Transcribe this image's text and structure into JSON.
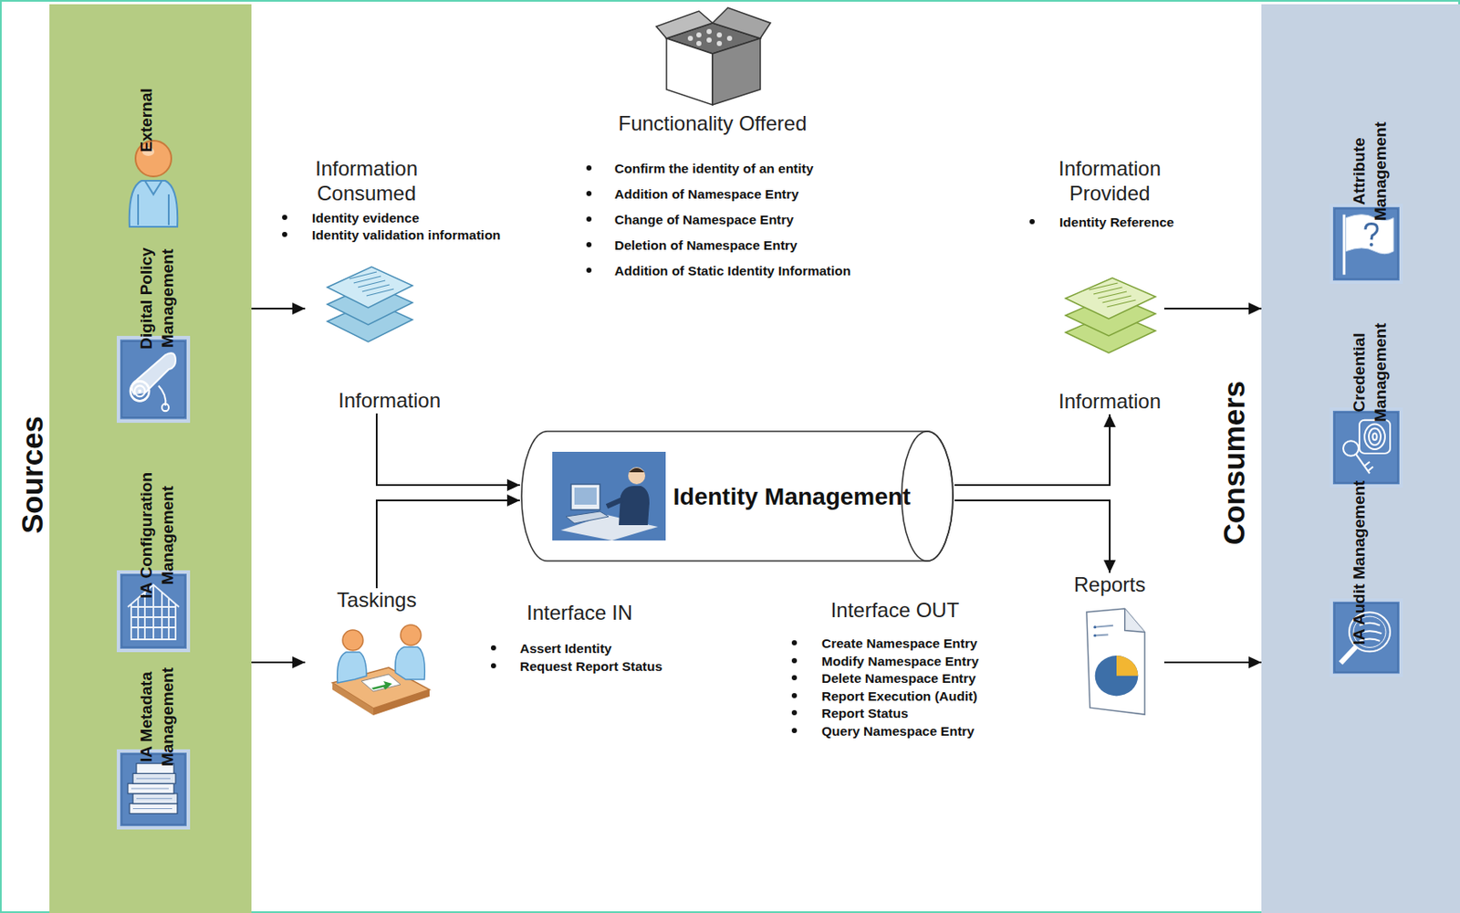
{
  "diagram": {
    "nodes": [
      {
        "text": [
          "Sources"
        ]
      },
      {
        "text": [
          "External"
        ],
        "in": 0
      },
      {
        "text": [
          "Digital Policy Management"
        ],
        "in": 0
      },
      {
        "text": [
          "IA Configuration Management"
        ],
        "in": 0
      },
      {
        "text": [
          "IA Metadata Management"
        ],
        "in": 0
      },
      {
        "text": [
          "Information"
        ]
      },
      {
        "text": [
          "Taskings"
        ]
      },
      {
        "text": [
          "Identity Management"
        ]
      },
      {
        "text": [
          "Information"
        ]
      },
      {
        "text": [
          "Reports"
        ]
      },
      {
        "text": [
          "Consumers"
        ]
      },
      {
        "text": [
          "Attribute Management"
        ],
        "in": 10
      },
      {
        "text": [
          "Credential Management"
        ],
        "in": 10
      },
      {
        "text": [
          "IA Audit Management"
        ],
        "in": 10
      }
    ],
    "edges": [
      {
        "from": 0,
        "to": 5,
        "arrow": "to"
      },
      {
        "from": 0,
        "to": 6,
        "arrow": "to"
      },
      {
        "from": 5,
        "to": 7,
        "arrow": "to"
      },
      {
        "from": 6,
        "to": 7,
        "arrow": "to"
      },
      {
        "from": 7,
        "to": 8,
        "arrow": "to"
      },
      {
        "from": 7,
        "to": 9,
        "arrow": "to"
      },
      {
        "from": 8,
        "to": 10,
        "arrow": "to"
      },
      {
        "from": 9,
        "to": 10,
        "arrow": "to"
      }
    ],
    "labels": [
      "Functionality Offered",
      "Confirm the identity of an entity",
      "Addition of Namespace Entry",
      "Change of Namespace Entry",
      "Deletion of Namespace Entry",
      "Addition of Static Identity Information",
      "Information Consumed",
      "Identity evidence",
      "Identity validation information",
      "Information Provided",
      "Identity Reference",
      "Interface IN",
      "Assert Identity",
      "Request Report Status",
      "Interface OUT",
      "Create Namespace Entry",
      "Modify Namespace Entry",
      "Delete Namespace Entry",
      "Report Execution (Audit)",
      "Report Status",
      "Query Namespace Entry"
    ]
  }
}
